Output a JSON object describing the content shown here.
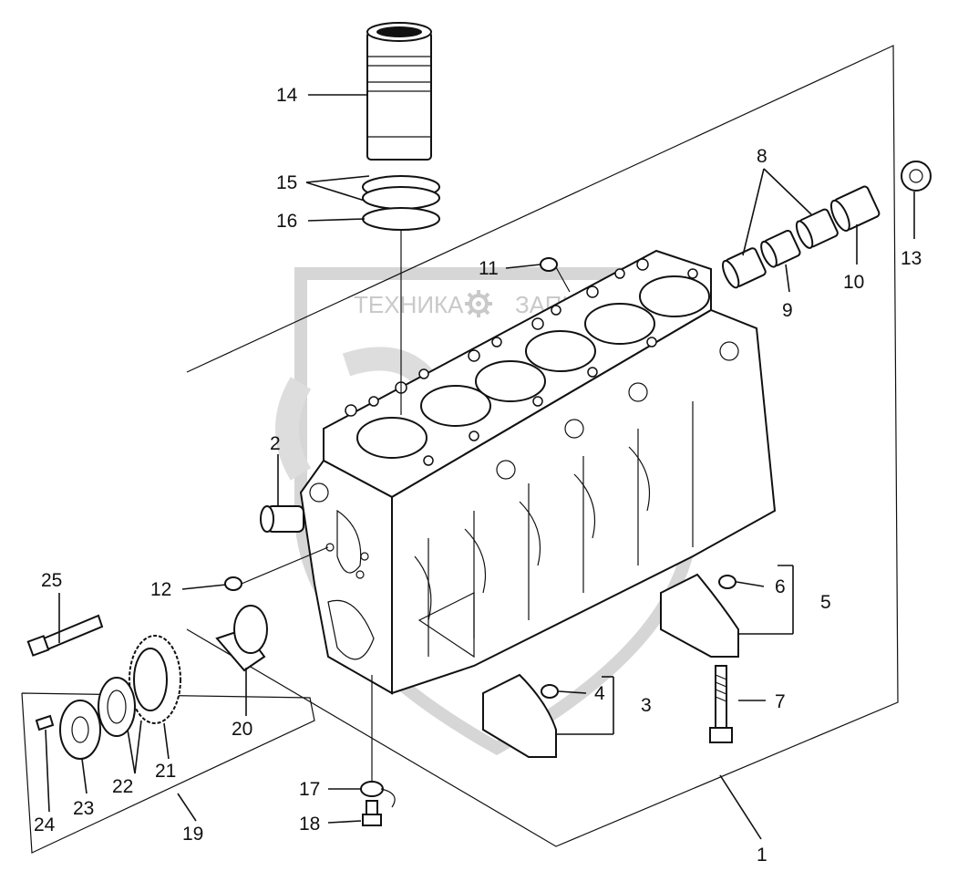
{
  "watermark": {
    "text_left": "ТЕХНИКА",
    "gear": "gear-icon",
    "text_right": "ЗАПЧАСТИ"
  },
  "callouts": [
    "1",
    "2",
    "3",
    "4",
    "5",
    "6",
    "7",
    "8",
    "9",
    "10",
    "11",
    "12",
    "13",
    "14",
    "15",
    "16",
    "17",
    "18",
    "19",
    "20",
    "21",
    "22",
    "23",
    "24",
    "25"
  ],
  "colors": {
    "ink": "#111111",
    "watermark": "#c9c9c9"
  }
}
